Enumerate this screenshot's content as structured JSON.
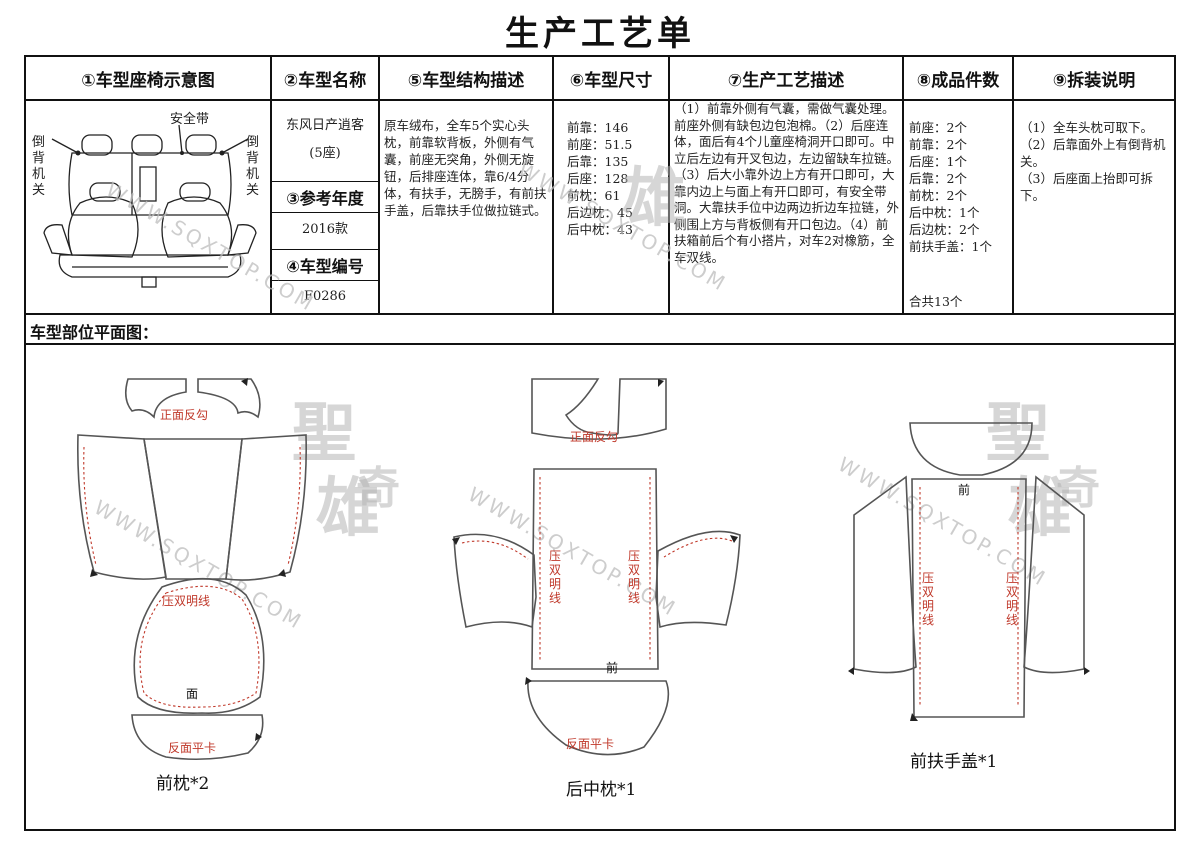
{
  "title": "生产工艺单",
  "headers": [
    "①车型座椅示意图",
    "②车型名称",
    "⑤车型结构描述",
    "⑥车型尺寸",
    "⑦生产工艺描述",
    "⑧成品件数",
    "⑨拆装说明"
  ],
  "diagram": {
    "seatbelt_label": "安全带",
    "left_label": "倒背机关",
    "right_label": "倒背机关"
  },
  "model_name": [
    "东风日产逍客",
    "(5座)"
  ],
  "ref_year_header": "③参考年度",
  "ref_year": "2016款",
  "model_code_header": "④车型编号",
  "model_code": "F0286",
  "structure": "原车绒布，全车5个实心头枕，前靠软背板，外侧有气囊，前座无突角，外侧无旋钮，后排座连体，靠6/4分体，有扶手，无膀手，有前扶手盖，后靠扶手位做拉链式。",
  "sizes": [
    "前靠：146",
    "前座：51.5",
    "后靠：135",
    "后座：128",
    "前枕：61",
    "后边枕：45",
    "后中枕：43"
  ],
  "process": "（1）前靠外侧有气囊，需做气囊处理。前座外侧有缺包边包泡棉。（2）后座连体，面后有4个儿童座椅洞开口即可。中立后左边有开叉包边，左边留缺车拉链。（3）后大小靠外边上方有开口即可，大靠内边上与面上有开口即可，有安全带洞。大靠扶手位中边两边折边车拉链，外侧围上方与背板侧有开口包边。（4）前扶箱前后个有小搭片，对车2对橡筋，全车双线。",
  "counts": [
    "前座：2个",
    "前靠：2个",
    "后座：1个",
    "后靠：2个",
    "前枕：2个",
    "后中枕：1个",
    "后边枕：2个",
    "前扶手盖：1个"
  ],
  "total": "合共13个",
  "install": [
    "（1）全车头枕可取下。",
    "（2）后靠面外上有倒背机关。",
    "（3）后座面上抬即可拆下。"
  ],
  "section_title": "车型部位平面图：",
  "pieces": {
    "front_pillow": {
      "caption": "前枕*2",
      "top_note": "正面反勾",
      "mid_note": "压双明线",
      "face": "面",
      "bottom_note": "反面平卡"
    },
    "rear_mid_pillow": {
      "caption": "后中枕*1",
      "top_note": "正面反勾",
      "left_note": "压双明线",
      "right_note": "压双明线",
      "front": "前",
      "bottom_note": "反面平卡"
    },
    "armrest_cover": {
      "caption": "前扶手盖*1",
      "front": "前",
      "left_note": "压双明线",
      "right_note": "压双明线"
    }
  },
  "watermark": {
    "url": "WWW.SQXTOP.COM",
    "brand": [
      "聖",
      "雄",
      "奇"
    ]
  }
}
